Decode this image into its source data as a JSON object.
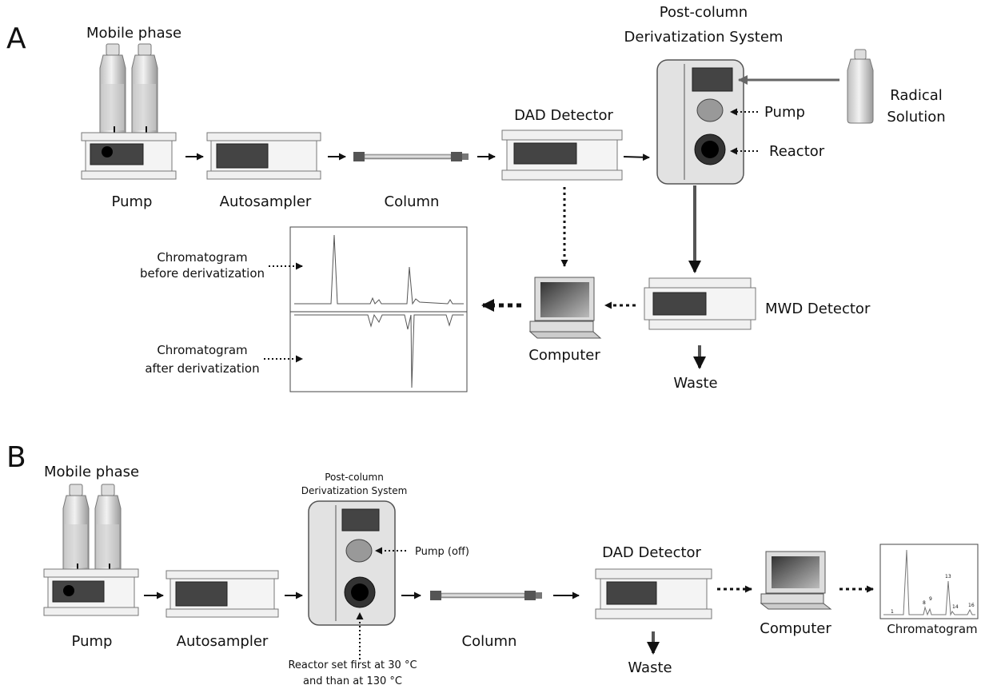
{
  "panel_a": {
    "letter": "A",
    "mobile_phase": "Mobile phase",
    "pump": "Pump",
    "autosampler": "Autosampler",
    "column": "Column",
    "dad_detector": "DAD Detector",
    "pcd_line1": "Post-column",
    "pcd_line2": "Derivatization System",
    "pcd_pump": "Pump",
    "pcd_reactor": "Reactor",
    "radical_line1": "Radical",
    "radical_line2": "Solution",
    "mwd_detector": "MWD Detector",
    "waste": "Waste",
    "computer": "Computer",
    "chrom_before_1": "Chromatogram",
    "chrom_before_2": "before derivatization",
    "chrom_after_1": "Chromatogram",
    "chrom_after_2": "after derivatization"
  },
  "panel_b": {
    "letter": "B",
    "mobile_phase": "Mobile phase",
    "pump": "Pump",
    "autosampler": "Autosampler",
    "pcd_line1": "Post-column",
    "pcd_line2": "Derivatization System",
    "pcd_pump": "Pump (off)",
    "reactor_line1": "Reactor set first at 30 °C",
    "reactor_line2": "and than at 130 °C",
    "column": "Column",
    "dad_detector": "DAD Detector",
    "waste": "Waste",
    "computer": "Computer",
    "chromatogram": "Chromatogram",
    "peak_labels": [
      "1",
      "8",
      "9",
      "13",
      "14",
      "16"
    ]
  }
}
